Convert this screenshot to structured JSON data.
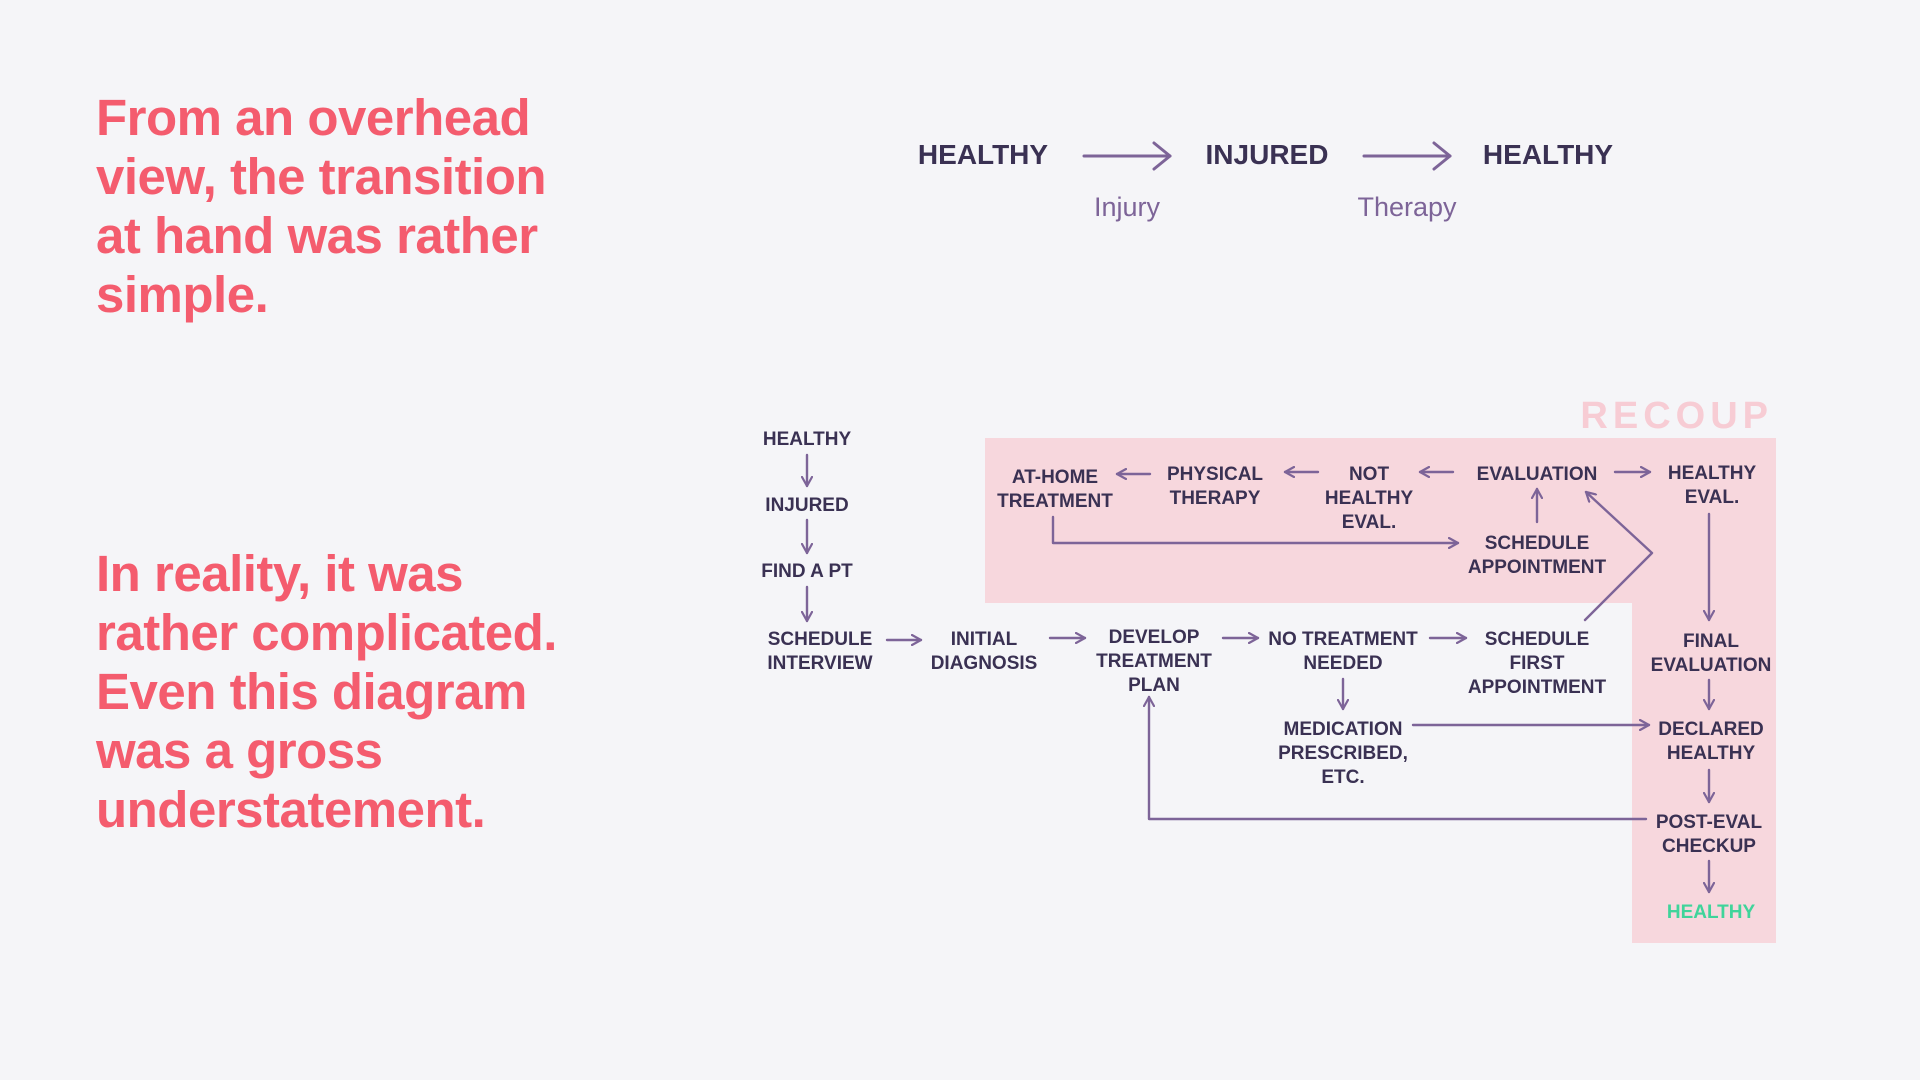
{
  "headlines": {
    "overview": "From an overhead view, the transition at hand was rather simple.",
    "reality": "In reality, it was rather complicated. Even this diagram was a gross understatement."
  },
  "simple_flow": {
    "states": [
      "HEALTHY",
      "INJURED",
      "HEALTHY"
    ],
    "transitions": [
      "Injury",
      "Therapy"
    ]
  },
  "recoup_label": "RECOUP",
  "nodes": {
    "healthy_start": [
      "HEALTHY"
    ],
    "injured": [
      "INJURED"
    ],
    "find_pt": [
      "FIND A PT"
    ],
    "schedule_interview": [
      "SCHEDULE",
      "INTERVIEW"
    ],
    "initial_diagnosis": [
      "INITIAL",
      "DIAGNOSIS"
    ],
    "develop_plan": [
      "DEVELOP",
      "TREATMENT",
      "PLAN"
    ],
    "no_treatment": [
      "NO TREATMENT",
      "NEEDED"
    ],
    "medication": [
      "MEDICATION",
      "PRESCRIBED,",
      "ETC."
    ],
    "schedule_first": [
      "SCHEDULE",
      "FIRST",
      "APPOINTMENT"
    ],
    "at_home": [
      "AT-HOME",
      "TREATMENT"
    ],
    "physical_therapy": [
      "PHYSICAL",
      "THERAPY"
    ],
    "not_healthy_eval": [
      "NOT",
      "HEALTHY",
      "EVAL."
    ],
    "evaluation": [
      "EVALUATION"
    ],
    "healthy_eval": [
      "HEALTHY",
      "EVAL."
    ],
    "schedule_appointment": [
      "SCHEDULE",
      "APPOINTMENT"
    ],
    "final_evaluation": [
      "FINAL",
      "EVALUATION"
    ],
    "declared_healthy": [
      "DECLARED",
      "HEALTHY"
    ],
    "post_eval_checkup": [
      "POST-EVAL",
      "CHECKUP"
    ],
    "healthy_end": [
      "HEALTHY"
    ]
  },
  "colors": {
    "headline": "#f45c6e",
    "node_text": "#3a3153",
    "arrow": "#7d6498",
    "recoup_region": "#f7d7dd",
    "recoup_label": "#f7ccd4",
    "final_healthy": "#3fd49a",
    "background": "#f5f5f8"
  }
}
